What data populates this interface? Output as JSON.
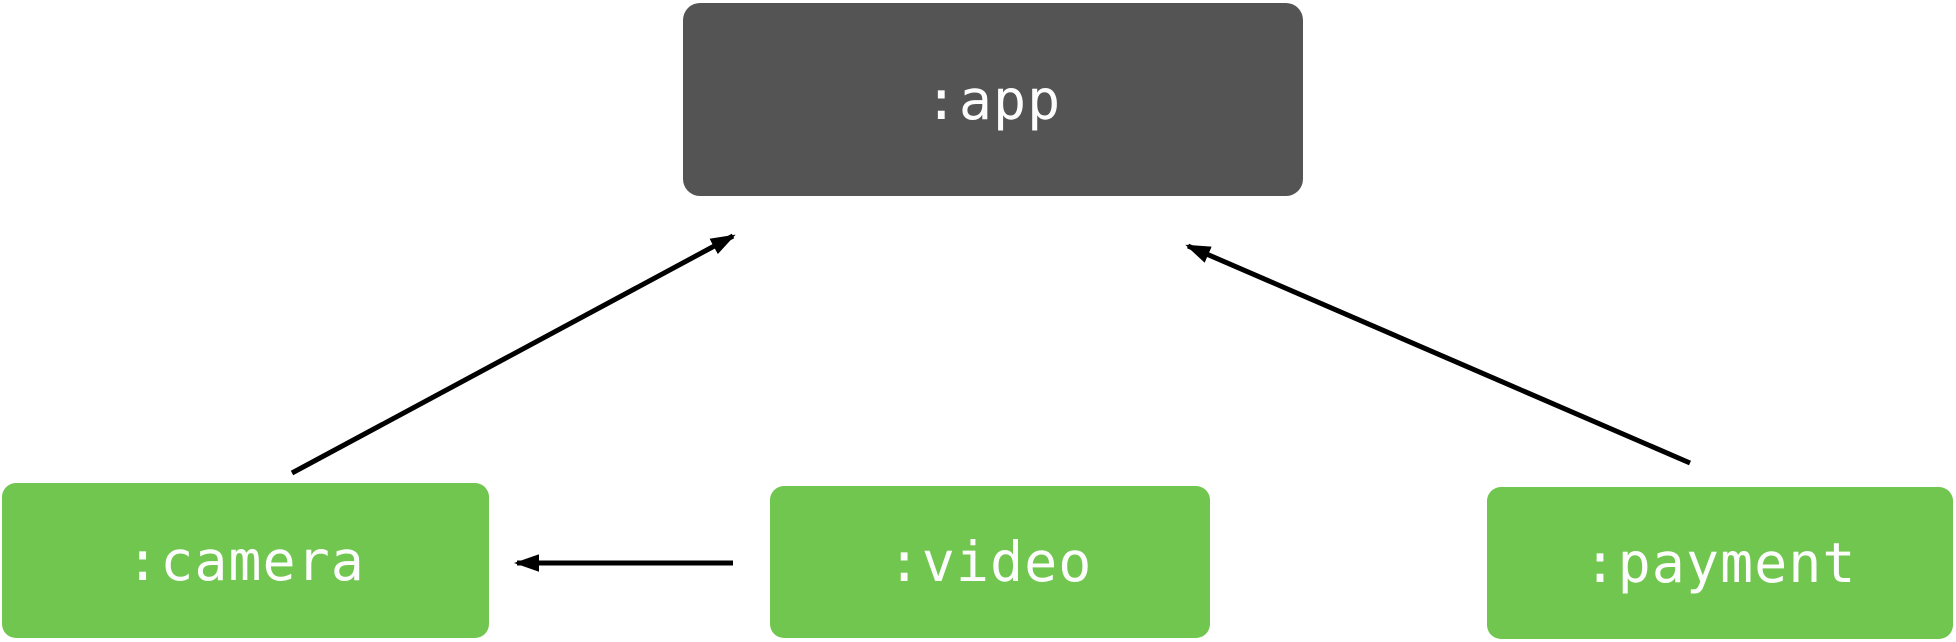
{
  "diagram": {
    "background_color": "#ffffff",
    "nodes": [
      {
        "id": "app",
        "label": ":app",
        "role": "application-module",
        "color": "#545454",
        "text_color": "#fdfdfd"
      },
      {
        "id": "camera",
        "label": ":camera",
        "role": "library-module",
        "color": "#70C64E",
        "text_color": "#fdfdfd"
      },
      {
        "id": "video",
        "label": ":video",
        "role": "library-module",
        "color": "#70C64E",
        "text_color": "#fdfdfd"
      },
      {
        "id": "payment",
        "label": ":payment",
        "role": "library-module",
        "color": "#70C64E",
        "text_color": "#fdfdfd"
      }
    ],
    "edges": [
      {
        "from": "camera",
        "to": "app"
      },
      {
        "from": "payment",
        "to": "app"
      },
      {
        "from": "video",
        "to": "camera"
      }
    ],
    "edge_style": {
      "color": "#000000",
      "stroke_width": "5"
    }
  }
}
